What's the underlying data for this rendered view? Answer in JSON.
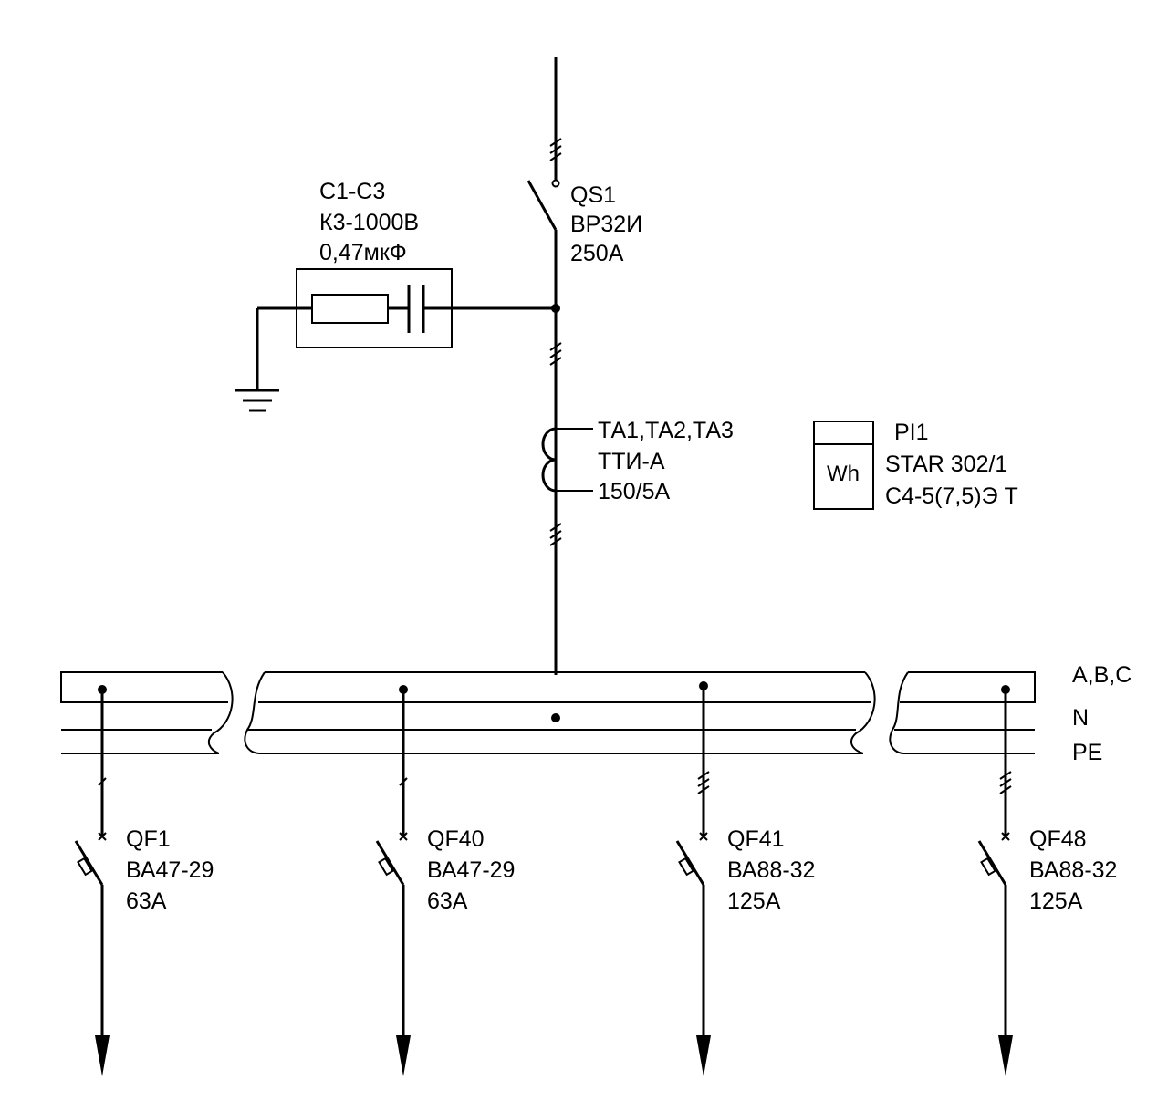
{
  "main_switch": {
    "ref": "QS1",
    "type": "ВР32И",
    "rating": "250А"
  },
  "surge_capacitors": {
    "ref": "С1-С3",
    "type": "К3-1000В",
    "value": "0,47мкФ"
  },
  "current_transformers": {
    "ref": "ТА1,ТА2,ТА3",
    "type": "ТТИ-А",
    "ratio": "150/5А"
  },
  "meter": {
    "ref": "PI1",
    "symbol": "Wh",
    "model": "STAR 302/1",
    "spec": "С4-5(7,5)Э Т"
  },
  "busbars": {
    "phases": "A,B,C",
    "neutral": "N",
    "protective": "PE"
  },
  "breakers": [
    {
      "ref": "QF1",
      "type": "ВА47-29",
      "rating": "63А"
    },
    {
      "ref": "QF40",
      "type": "ВА47-29",
      "rating": "63А"
    },
    {
      "ref": "QF41",
      "type": "ВА88-32",
      "rating": "125А"
    },
    {
      "ref": "QF48",
      "type": "ВА88-32",
      "rating": "125А"
    }
  ]
}
